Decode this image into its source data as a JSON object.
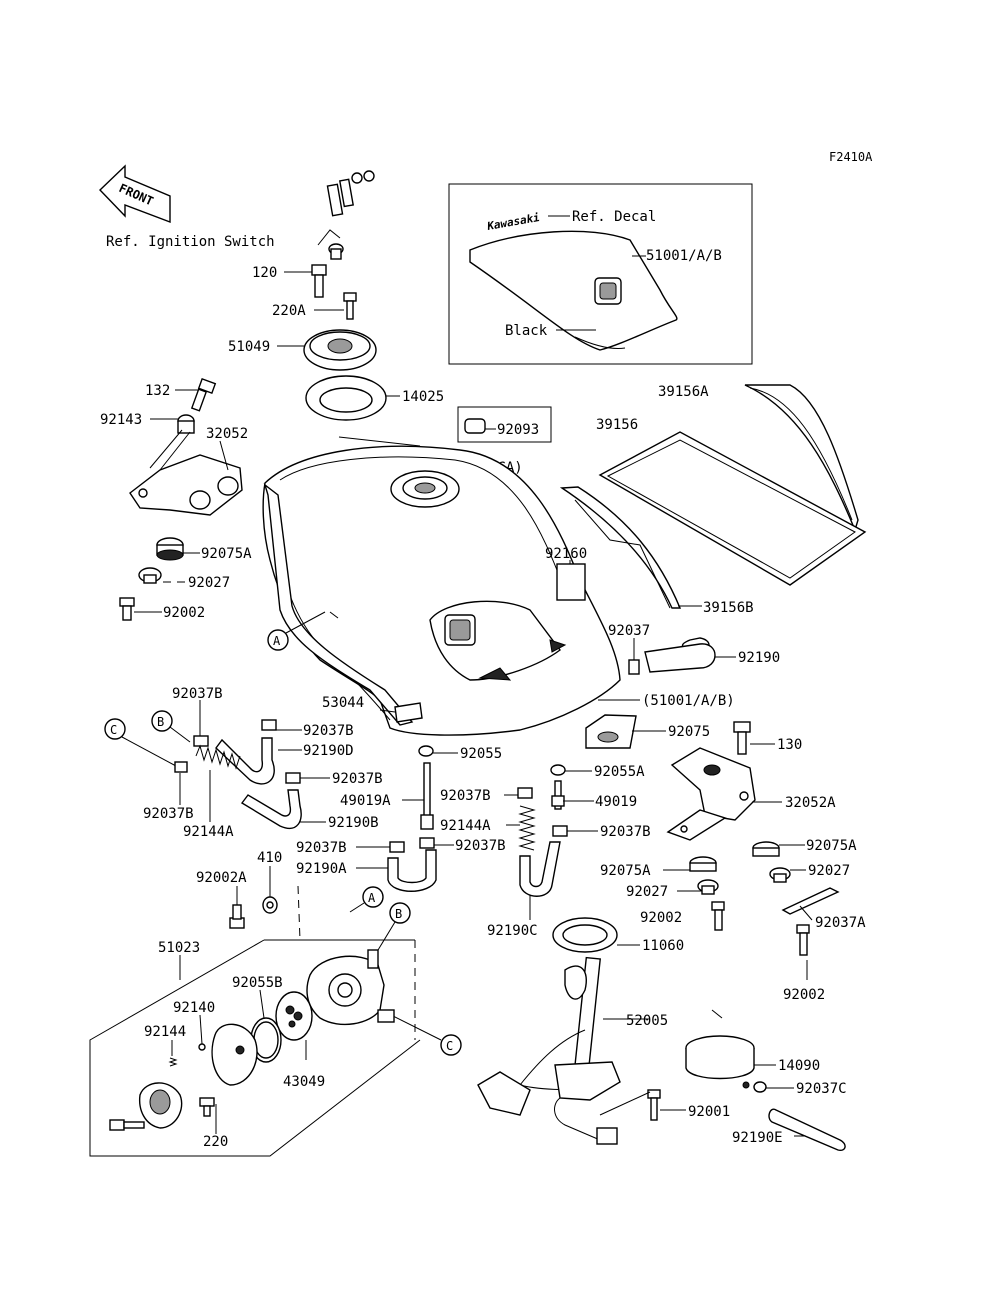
{
  "figure_code": "F2410A",
  "front_arrow_label": "FRONT",
  "labels": {
    "ref_ignition_switch": "Ref. Ignition Switch",
    "ref_decal": "Ref. Decal",
    "black": "Black",
    "brand_decal": "Kawasaki",
    "ca_note": "(CA)",
    "p120": "120",
    "p220A": "220A",
    "p51049": "51049",
    "p14025": "14025",
    "p132": "132",
    "p92143": "92143",
    "p32052": "32052",
    "p92075A_left": "92075A",
    "p92027_left": "92027",
    "p92002_left": "92002",
    "p92093": "92093",
    "p51001AB": "51001/A/B",
    "p39156A": "39156A",
    "p39156": "39156",
    "p39156B": "39156B",
    "p92160": "92160",
    "p92037": "92037",
    "p92190": "92190",
    "p51001AB_paren": "(51001/A/B)",
    "p53044": "53044",
    "p92075": "92075",
    "p130": "130",
    "p92037B_1": "92037B",
    "p92037B_2": "92037B",
    "p92190D": "92190D",
    "p92037B_3": "92037B",
    "p92037B_left": "92037B",
    "p92144A_left": "92144A",
    "p92190B": "92190B",
    "p92055": "92055",
    "p49019A": "49019A",
    "p92037B_mid": "92037B",
    "p92144A_mid": "92144A",
    "p92037B_mid2": "92037B",
    "p92037B_mid3": "92037B",
    "p92190A": "92190A",
    "p92055A": "92055A",
    "p49019": "49019",
    "p92037B_right": "92037B",
    "p32052A": "32052A",
    "p92075A_r1": "92075A",
    "p92075A_r2": "92075A",
    "p92027_r1": "92027",
    "p92027_r2": "92027",
    "p92002_r1": "92002",
    "p92037A": "92037A",
    "p92002_r2": "92002",
    "p410": "410",
    "p92002A": "92002A",
    "p51023": "51023",
    "p92055B": "92055B",
    "p92140": "92140",
    "p92144": "92144",
    "p43049": "43049",
    "p220": "220",
    "p92190C": "92190C",
    "p11060": "11060",
    "p52005": "52005",
    "p14090": "14090",
    "p92037C": "92037C",
    "p92001": "92001",
    "p92190E": "92190E"
  },
  "callouts": {
    "A": "A",
    "B": "B",
    "C": "C"
  }
}
